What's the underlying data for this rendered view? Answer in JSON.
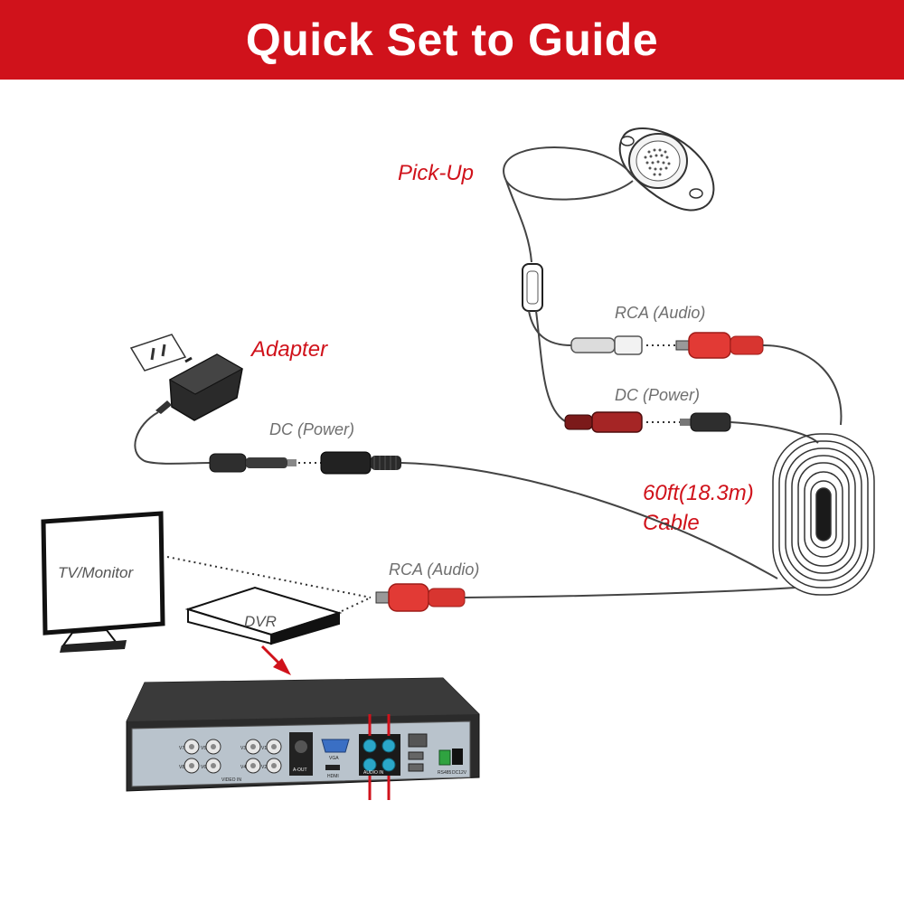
{
  "title": "Quick Set to Guide",
  "labels": {
    "pickup": "Pick-Up",
    "adapter": "Adapter",
    "cable_line1": "60ft(18.3m)",
    "cable_line2": "Cable",
    "rca_audio_top": "RCA (Audio)",
    "dc_power_right": "DC (Power)",
    "dc_power_left": "DC (Power)",
    "rca_audio_bottom": "RCA (Audio)",
    "tv_monitor": "TV/Monitor",
    "dvr": "DVR"
  },
  "dvr_panel": {
    "video_in": "VIDEO IN",
    "a_out": "A-OUT",
    "vga": "VGA",
    "hdmi": "HDMI",
    "audio_in": "AUDIO IN",
    "rs485": "RS485",
    "dc12v": "DC12V",
    "port_labels": [
      "V7",
      "V5",
      "V3",
      "V1",
      "V8",
      "V6",
      "V4",
      "V2"
    ]
  },
  "colors": {
    "accent": "#d0121b",
    "rca_red": "#e23a35",
    "rca_white": "#e6e6e6",
    "dvr_body": "#2b2b2b",
    "dvr_panel": "#b9c3cc",
    "audio_port": "#2aa7c9"
  }
}
